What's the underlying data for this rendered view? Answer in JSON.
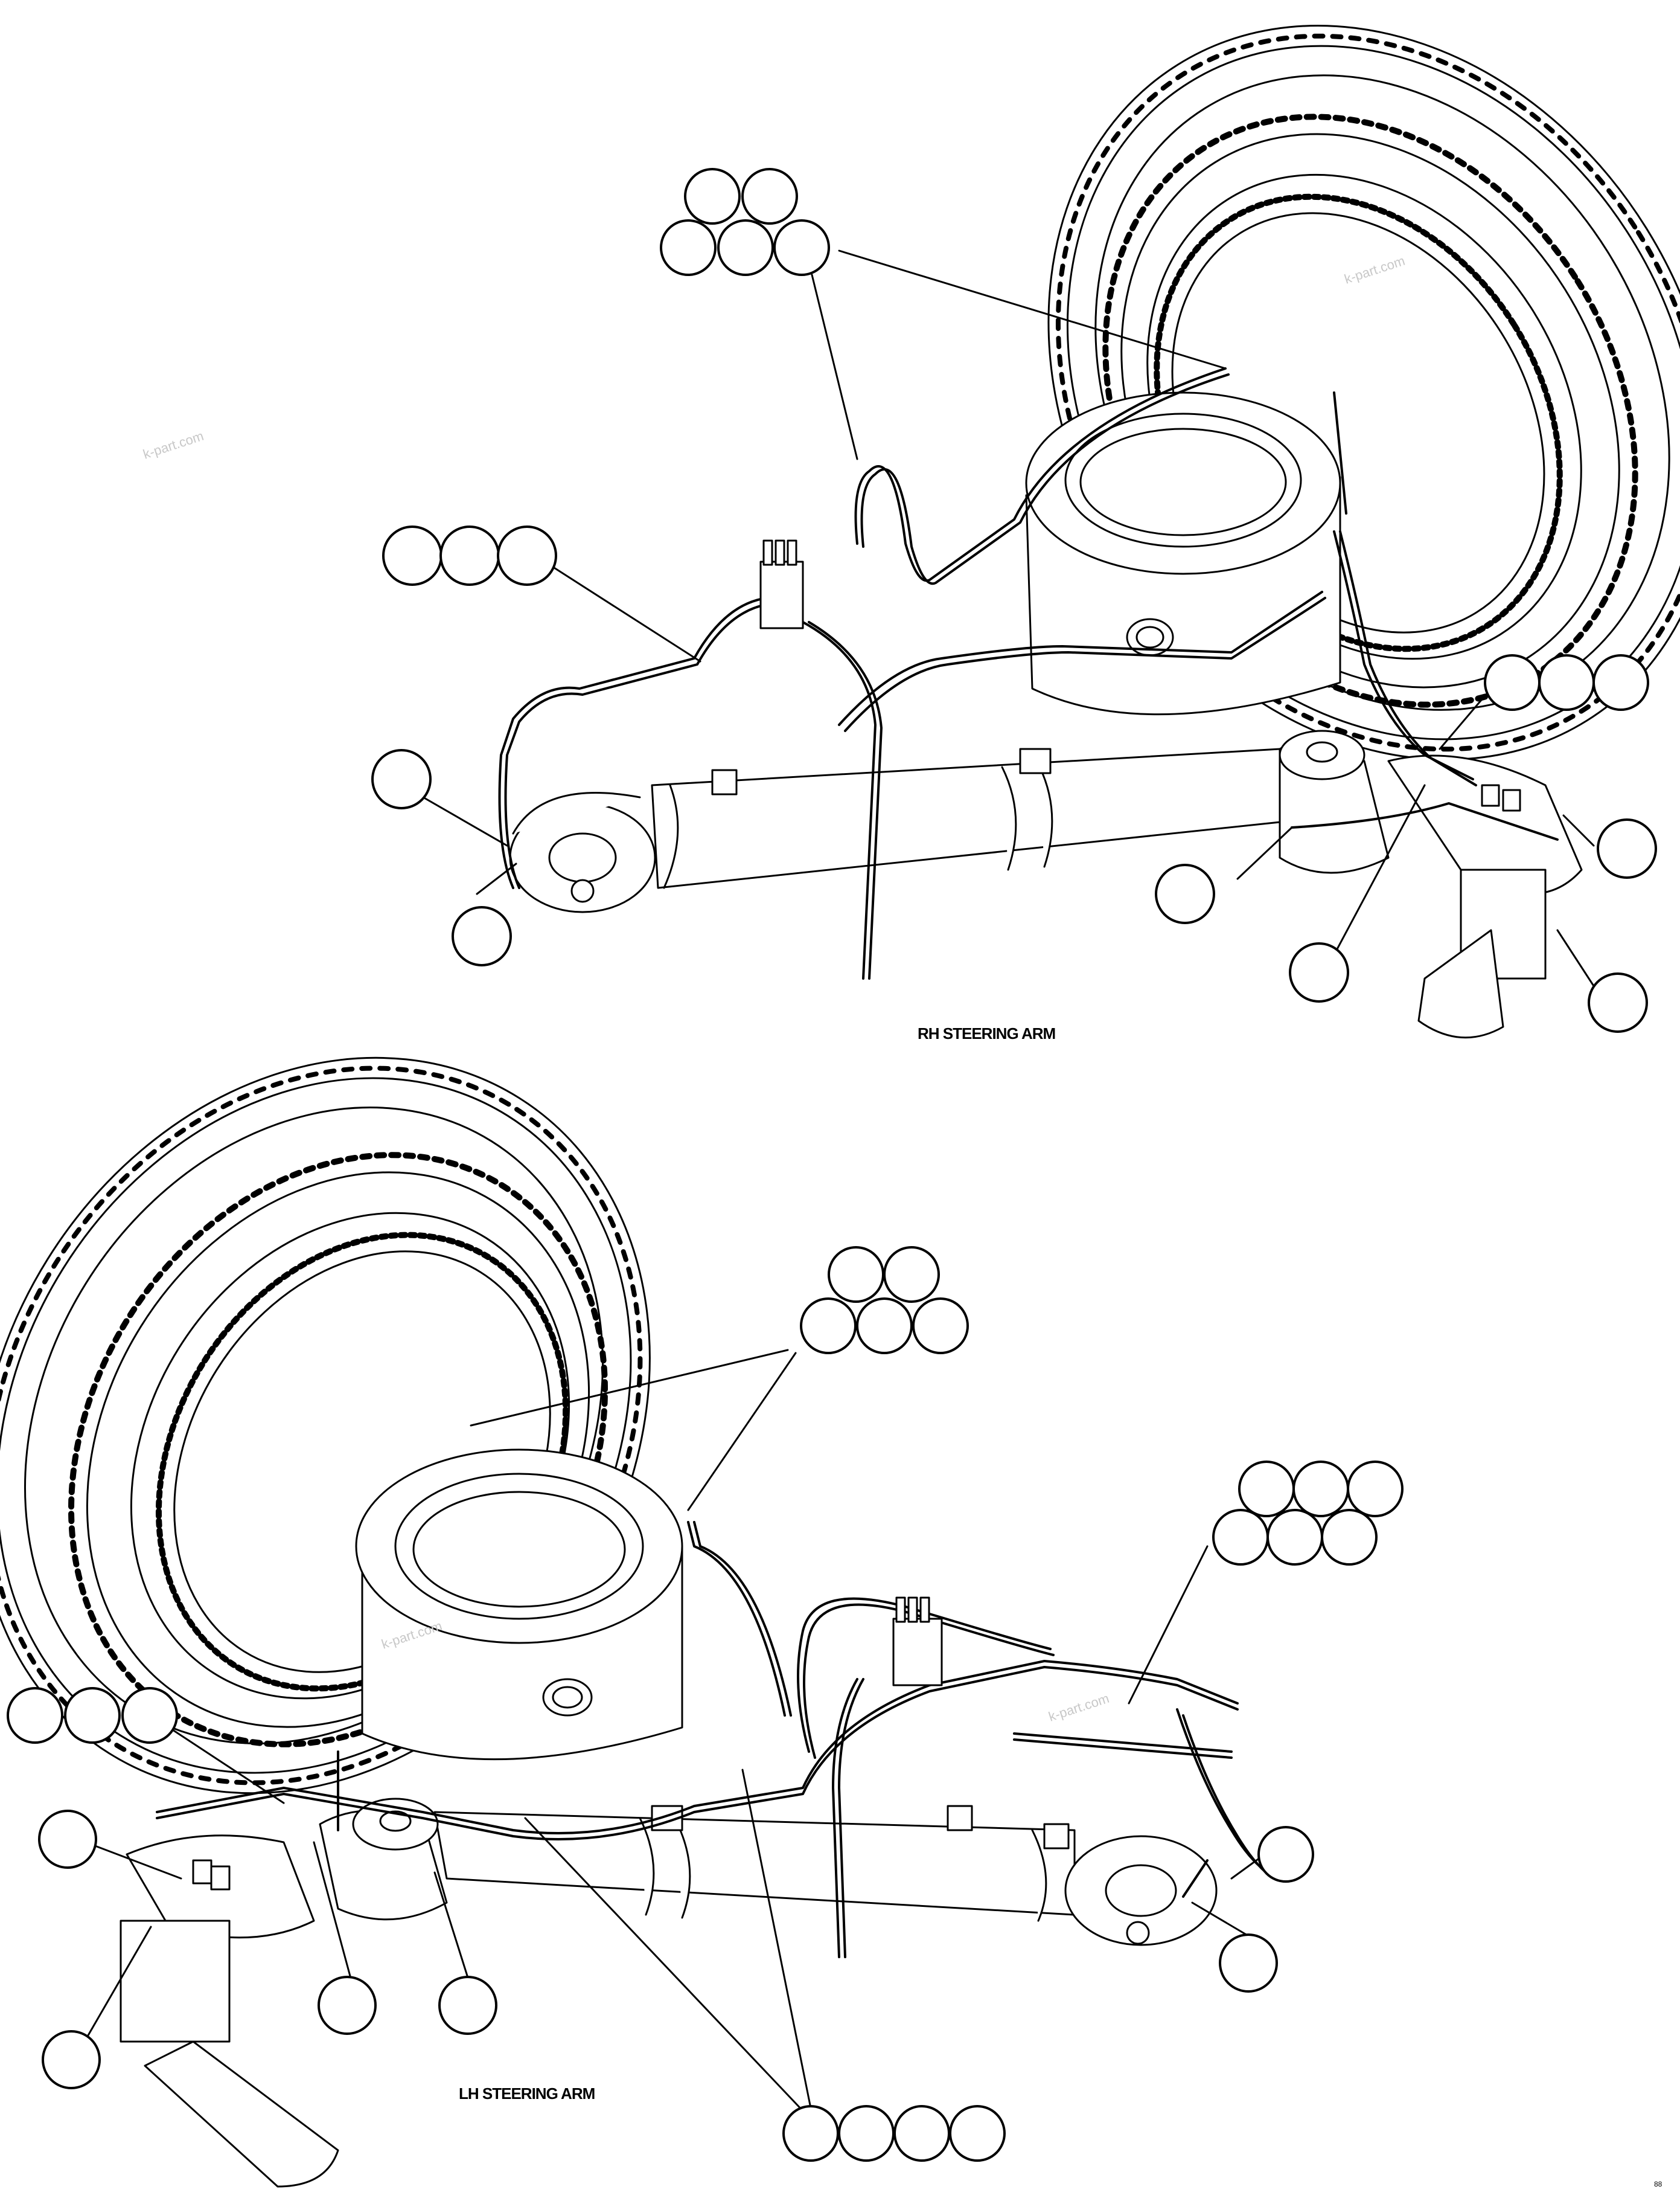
{
  "views": [
    {
      "id": "rh",
      "label": "RH STEERING ARM"
    },
    {
      "id": "lh",
      "label": "LH STEERING ARM"
    }
  ],
  "watermarks": [
    "k-part.com",
    "k-part.com",
    "k-part.com",
    "k-part.com"
  ],
  "drawing_code": "88"
}
